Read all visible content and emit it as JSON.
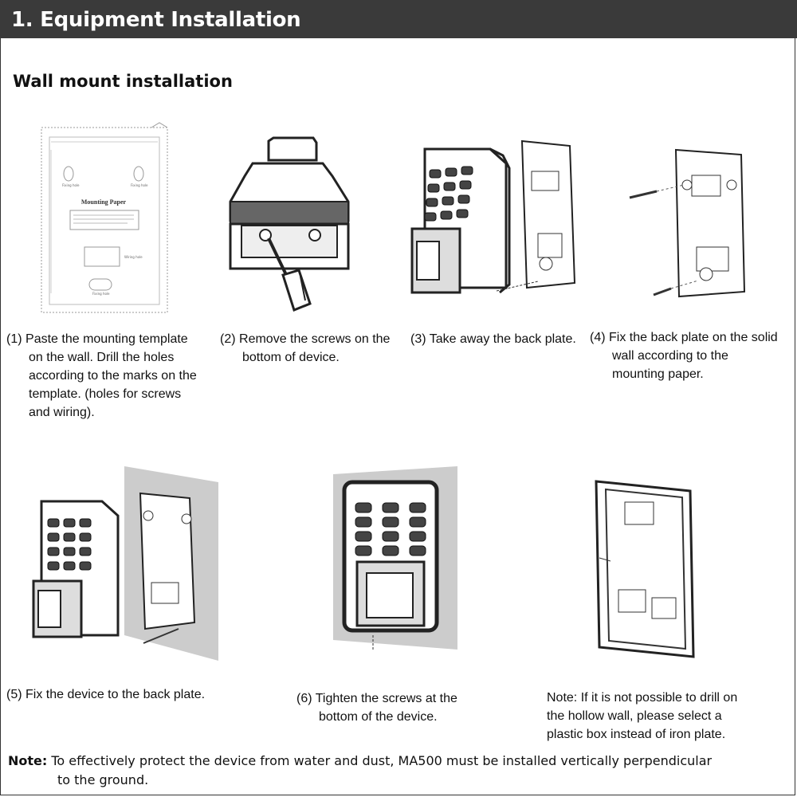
{
  "header": {
    "title": "1. Equipment Installation"
  },
  "section": {
    "title": "Wall mount installation"
  },
  "template_paper": {
    "title": "Mounting Paper",
    "label_fixing_hole": "Fixing hole",
    "label_wiring_hole": "Wiring hole"
  },
  "steps": [
    {
      "num": "(1)",
      "line1": "Paste the mounting template",
      "rest": [
        "on the wall. Drill the holes",
        "according to the marks on the",
        "template. (holes for screws",
        "and wiring)."
      ]
    },
    {
      "num": "(2)",
      "line1": "Remove the screws on the",
      "rest": [
        "bottom of device."
      ]
    },
    {
      "num": "(3)",
      "line1": "Take away the back plate.",
      "rest": []
    },
    {
      "num": "(4)",
      "line1": "Fix the back plate on the solid",
      "rest": [
        "wall according to the",
        "mounting paper."
      ]
    },
    {
      "num": "(5)",
      "line1": "Fix the device to the back plate.",
      "rest": []
    },
    {
      "num": "(6)",
      "line1": "Tighten the screws at the",
      "rest": [
        "bottom of the device."
      ]
    }
  ],
  "side_note": {
    "line1": "Note: If it is not possible to drill on",
    "line2": "the hollow wall, please select a",
    "line3": "plastic box instead of iron plate."
  },
  "footer_note": {
    "label": "Note:",
    "line1": "To effectively protect the device from water and dust, MA500 must be installed vertically perpendicular",
    "line2": "to the ground."
  }
}
